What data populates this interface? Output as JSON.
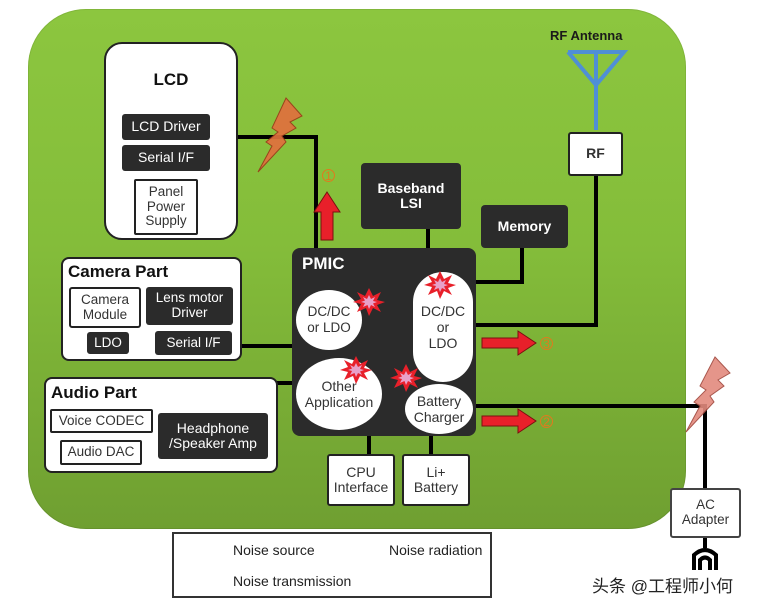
{
  "colors": {
    "board_green": "#8cc63f",
    "dark_block": "#2b2b2b",
    "antenna_blue": "#4f8fd6",
    "arrow_red": "#e8202a",
    "noise_radiation": "#e0703e",
    "number_orange": "#e07a1e"
  },
  "lcd": {
    "title": "LCD",
    "items": [
      "LCD Driver",
      "Serial I/F",
      "Panel Power Supply"
    ]
  },
  "baseband": {
    "label_line1": "Baseband",
    "label_line2": "LSI"
  },
  "memory": {
    "label": "Memory"
  },
  "rf": {
    "label": "RF",
    "antenna_label": "RF Antenna"
  },
  "camera": {
    "title": "Camera Part",
    "module_line1": "Camera",
    "module_line2": "Module",
    "lens_line1": "Lens motor",
    "lens_line2": "Driver",
    "ldo": "LDO",
    "serial": "Serial I/F"
  },
  "audio": {
    "title": "Audio Part",
    "codec": "Voice CODEC",
    "dac": "Audio DAC",
    "amp_line1": "Headphone",
    "amp_line2": "/Speaker Amp"
  },
  "pmic": {
    "title": "PMIC",
    "dcdc_left_line1": "DC/DC",
    "dcdc_left_line2": "or LDO",
    "dcdc_right_line1": "DC/DC",
    "dcdc_right_line2": "or",
    "dcdc_right_line3": "LDO",
    "other_line1": "Other",
    "other_line2": "Application",
    "charger_line1": "Battery",
    "charger_line2": "Charger"
  },
  "cpu": {
    "line1": "CPU",
    "line2": "Interface"
  },
  "battery": {
    "line1": "Li+",
    "line2": "Battery"
  },
  "ac_adapter": {
    "line1": "AC",
    "line2": "Adapter"
  },
  "paths": {
    "p1": "1",
    "p2": "2",
    "p3": "3"
  },
  "legend": {
    "noise_source": "Noise source",
    "noise_radiation": "Noise radiation",
    "noise_transmission": "Noise transmission"
  },
  "watermark": "头条 @工程师小何"
}
